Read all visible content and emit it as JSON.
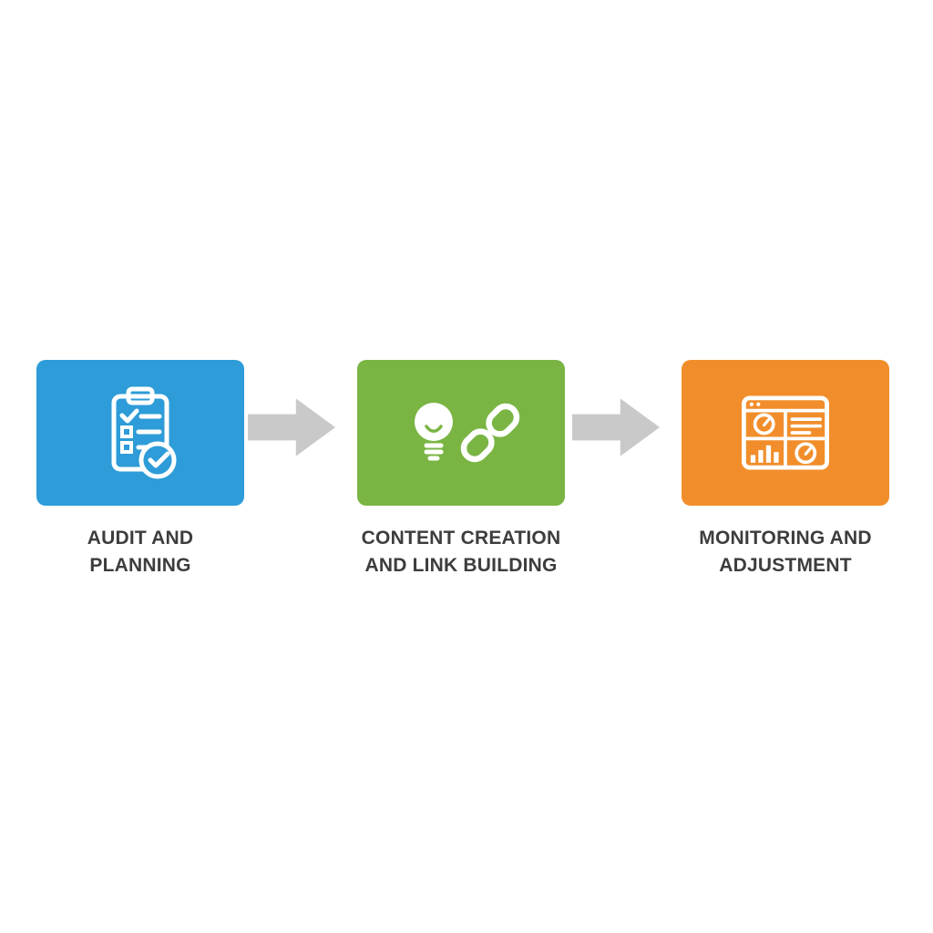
{
  "diagram": {
    "title": "",
    "background_color": "#ffffff",
    "arrow_color": "#c9c9c9",
    "label_color": "#3d3d3d",
    "steps": [
      {
        "label": "AUDIT AND\nPLANNING",
        "color": "#2d9cd8",
        "icon": "clipboard-checklist-icon"
      },
      {
        "label": "CONTENT CREATION\nAND LINK BUILDING",
        "color": "#7ab544",
        "icon": "lightbulb-chain-link-icon"
      },
      {
        "label": "MONITORING AND\nADJUSTMENT",
        "color": "#f18e2b",
        "icon": "dashboard-gauges-icon"
      }
    ]
  }
}
